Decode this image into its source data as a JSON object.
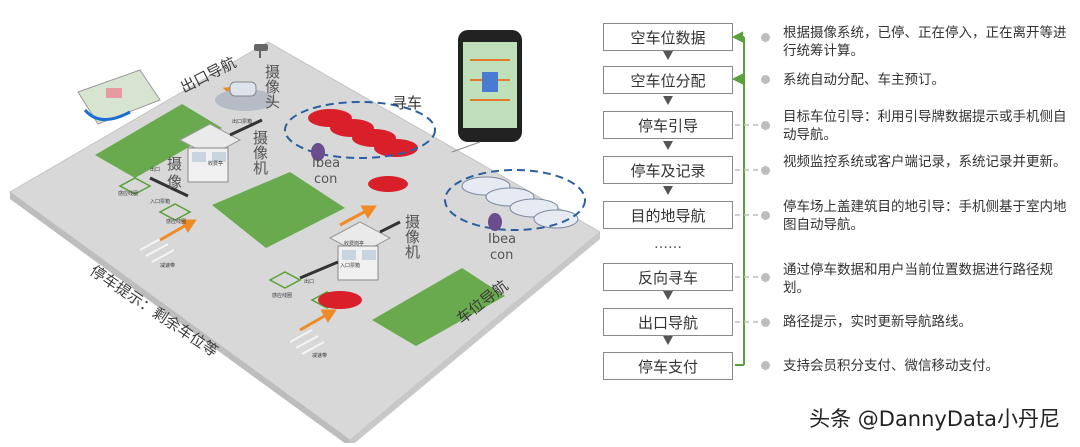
{
  "scene": {
    "exit_nav": "出口导航",
    "camera_tl": "摄像头",
    "camera_mid1": "摄像机",
    "camera_mid2": "摄",
    "camera_mid3": "像",
    "camera_right": "摄像机",
    "find_car": "寻车",
    "ibeacon1_a": "Ibea",
    "ibeacon1_b": "con",
    "ibeacon2_a": "Ibea",
    "ibeacon2_b": "con",
    "parking_hint": "停车提示：剩余车位等",
    "space_nav": "车位导航",
    "small": [
      "出口票箱",
      "收费亭",
      "出口",
      "感应线圈",
      "入口票箱",
      "感应线圈",
      "减速带",
      "收费岗亭",
      "入口票箱",
      "出口",
      "感应线圈",
      "减速带"
    ]
  },
  "steps": [
    "空车位数据",
    "空车位分配",
    "停车引导",
    "停车及记录",
    "目的地导航",
    "反向寻车",
    "出口导航",
    "停车支付"
  ],
  "ellipsis": "……",
  "descriptions": [
    "根据摄像系统，已停、正在停入，正在离开等进行统筹计算。",
    "系统自动分配、车主预订。",
    "目标车位引导：利用引导牌数据提示或手机侧自动导航。",
    "视频监控系统或客户端记录，系统记录并更新。",
    "停车场上盖建筑目的地引导：手机侧基于室内地图自动导航。",
    "通过停车数据和用户当前位置数据进行路径规划。",
    "路径提示，实时更新导航路线。",
    "支持会员积分支付、微信移动支付。"
  ],
  "watermark": "头条 @DannyData小丹尼",
  "colors": {
    "lot": "#d6d6d6",
    "green": "#6aaa4f",
    "loop": "#5aa03c",
    "red_car": "#d9202a",
    "blue_wave": "#2a5fa0"
  }
}
